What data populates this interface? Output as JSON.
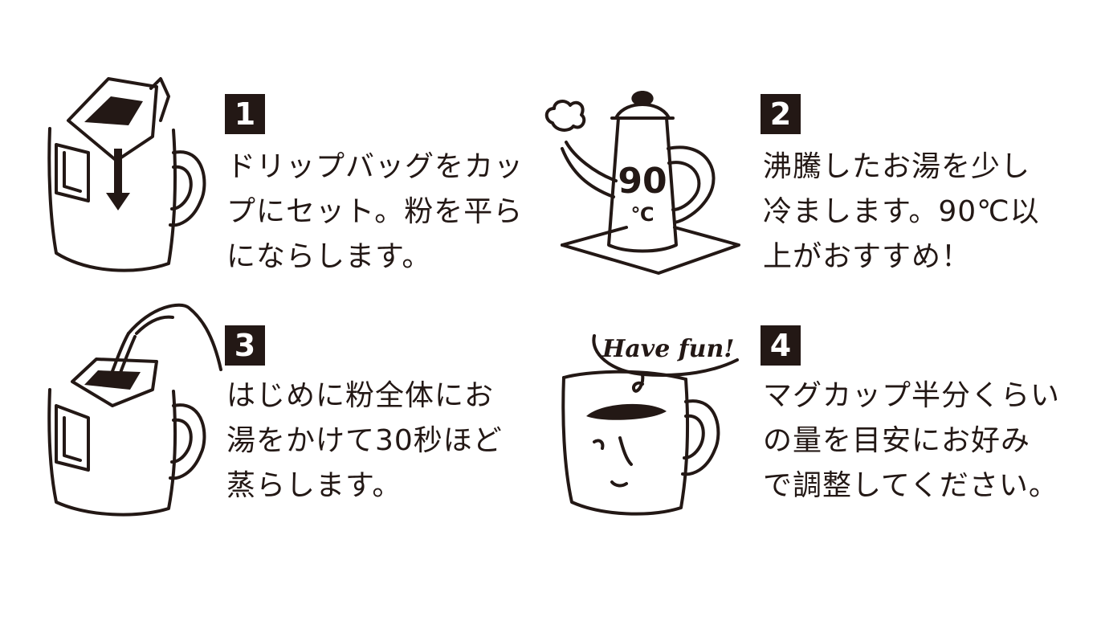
{
  "steps": [
    {
      "number": "1",
      "lines": [
        "ドリップバッグをカッ",
        "プにセット。粉を平ら",
        "にならします。"
      ],
      "illustration_icon": "drip-bag-on-mug-icon"
    },
    {
      "number": "2",
      "lines": [
        "沸騰したお湯を少し",
        "冷まします。90℃以",
        "上がおすすめ！"
      ],
      "illustration_icon": "kettle-icon",
      "kettle_temperature": "90",
      "kettle_unit": "℃"
    },
    {
      "number": "3",
      "lines": [
        "はじめに粉全体にお",
        "湯をかけて30秒ほど",
        "蒸らします。"
      ],
      "illustration_icon": "pouring-water-icon"
    },
    {
      "number": "4",
      "lines": [
        "マグカップ半分くらい",
        "の量を目安にお好み",
        "で調整してください。"
      ],
      "illustration_icon": "happy-mug-icon",
      "speech_text": "Have fun!"
    }
  ],
  "colors": {
    "ink": "#231815",
    "background": "#ffffff"
  }
}
